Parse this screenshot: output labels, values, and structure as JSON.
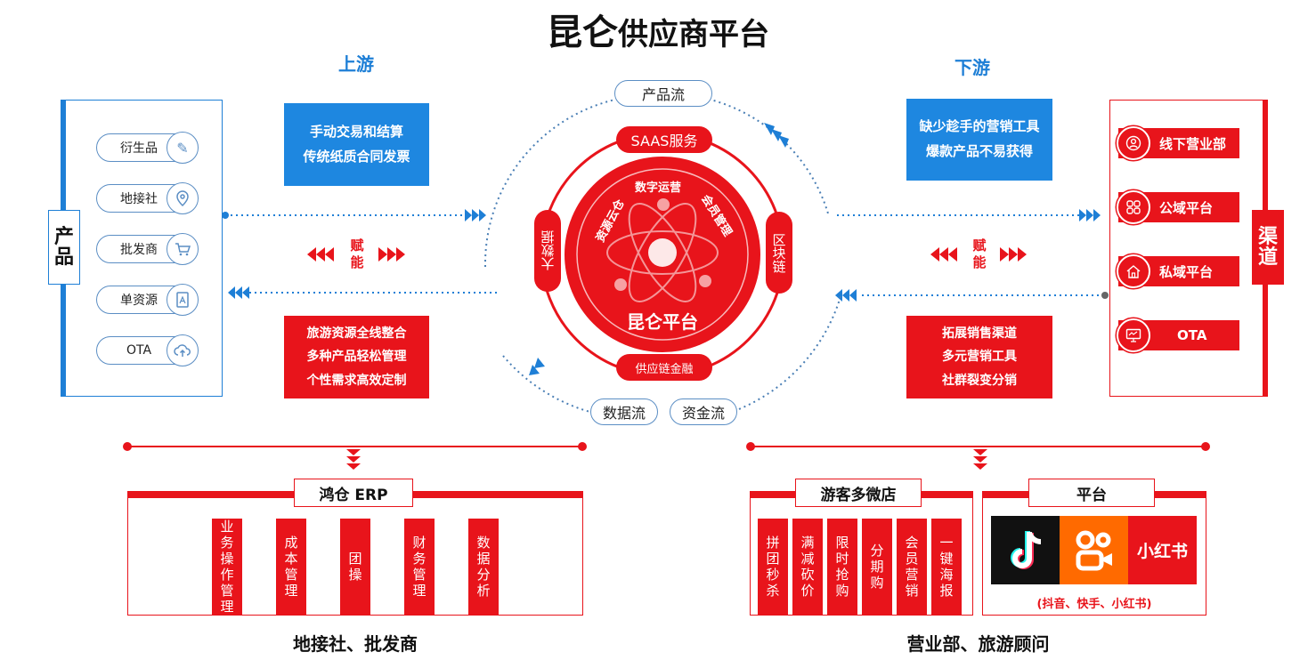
{
  "title": {
    "bold": "昆仑",
    "rest": "供应商平台"
  },
  "upstream": "上游",
  "downstream": "下游",
  "product_label": "产品",
  "channel_label": "渠道",
  "products": [
    {
      "label": "衍生品",
      "icon": "pencil-icon"
    },
    {
      "label": "地接社",
      "icon": "location-icon"
    },
    {
      "label": "批发商",
      "icon": "cart-icon"
    },
    {
      "label": "单资源",
      "icon": "document-icon"
    },
    {
      "label": "OTA",
      "icon": "cloud-upload-icon"
    }
  ],
  "channels": [
    {
      "label": "线下营业部",
      "icon": "person-icon"
    },
    {
      "label": "公域平台",
      "icon": "grid-icon"
    },
    {
      "label": "私域平台",
      "icon": "home-icon"
    },
    {
      "label": "OTA",
      "icon": "monitor-icon"
    }
  ],
  "upstream_problems": [
    "手动交易和结算",
    "传统纸质合同发票"
  ],
  "upstream_solutions": [
    "旅游资源全线整合",
    "多种产品轻松管理",
    "个性需求高效定制"
  ],
  "downstream_problems": [
    "缺少趁手的营销工具",
    "爆款产品不易获得"
  ],
  "downstream_solutions": [
    "拓展销售渠道",
    "多元营销工具",
    "社群裂变分销"
  ],
  "empower": "赋能",
  "flows": {
    "product": "产品流",
    "data": "数据流",
    "fund": "资金流"
  },
  "center": {
    "top": "SAAS服务",
    "left": "大数据",
    "right": "区块链",
    "bottom": "供应链金融",
    "ring": [
      "资源云仓",
      "数字运营",
      "会员管理"
    ],
    "name": "昆仑平台"
  },
  "erp": {
    "label": "鸿仓 ERP",
    "items": [
      "业务操作管理",
      "成本管理",
      "团操",
      "财务管理",
      "数据分析"
    ],
    "caption": "地接社、批发商"
  },
  "shop": {
    "label": "游客多微店",
    "items": [
      "拼团秒杀",
      "满减砍价",
      "限时抢购",
      "分期购",
      "会员营销",
      "一键海报"
    ]
  },
  "platform": {
    "label": "平台",
    "logo_kuaishou": "快手",
    "logo_xhs": "小红书",
    "caption": "(抖音、快手、小红书)"
  },
  "downstream_caption": "营业部、旅游顾问",
  "colors": {
    "red": "#e8141b",
    "blue": "#1e87e0"
  }
}
